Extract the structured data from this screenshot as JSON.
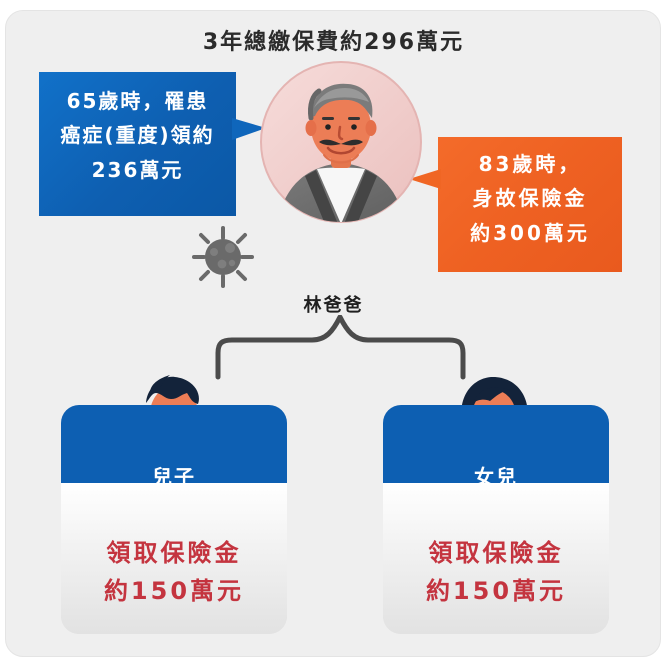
{
  "title": "3年總繳保費約296萬元",
  "father": {
    "label": "林爸爸",
    "illness_text": [
      "65歲時，罹患",
      "癌症(重度)領約",
      "236萬元"
    ],
    "death_text": [
      "83歲時，",
      "身故保險金",
      "約300萬元"
    ]
  },
  "children": [
    {
      "label": "兒子",
      "benefit_lines": [
        "領取保險金",
        "約150萬元"
      ]
    },
    {
      "label": "女兒",
      "benefit_lines": [
        "領取保險金",
        "約150萬元"
      ]
    }
  ],
  "colors": {
    "blue": "#0d5fb2",
    "orange": "#f06624",
    "red_text": "#c4343f",
    "frame_bg": "#efefef"
  },
  "icons": [
    "virus-icon",
    "father-avatar-icon",
    "son-avatar-icon",
    "daughter-avatar-icon"
  ]
}
